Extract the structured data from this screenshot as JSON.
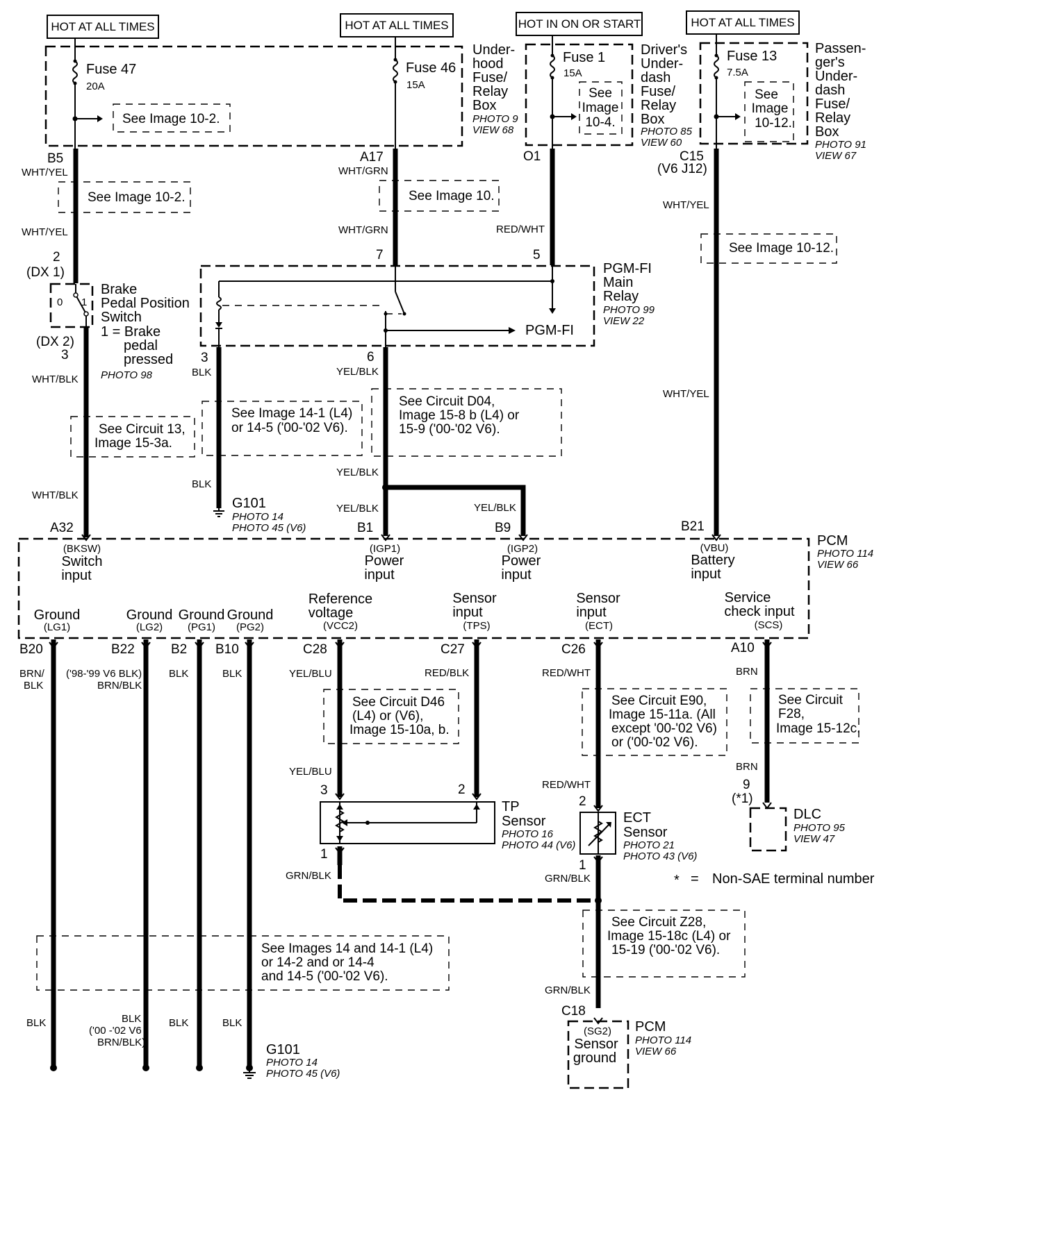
{
  "hot_labels": {
    "fuse47": "HOT AT ALL TIMES",
    "fuse46": "HOT AT ALL TIMES",
    "fuse1": "HOT IN ON OR START",
    "fuse13": "HOT AT ALL TIMES"
  },
  "fuses": {
    "f47_name": "Fuse 47",
    "f47_amp": "20A",
    "f46_name": "Fuse 46",
    "f46_amp": "15A",
    "f1_name": "Fuse 1",
    "f1_amp": "15A",
    "f13_name": "Fuse 13",
    "f13_amp": "7.5A"
  },
  "boxes": {
    "underhood": [
      "Under-",
      "hood",
      "Fuse/",
      "Relay",
      "Box"
    ],
    "underhood_photo": [
      "PHOTO 9",
      "VIEW 68"
    ],
    "driver": [
      "Driver's",
      "Under-",
      "dash",
      "Fuse/",
      "Relay",
      "Box"
    ],
    "driver_photo": [
      "PHOTO 85",
      "VIEW 60"
    ],
    "passenger": [
      "Passen-",
      "ger's",
      "Under-",
      "dash",
      "Fuse/",
      "Relay",
      "Box"
    ],
    "passenger_photo": [
      "PHOTO 91",
      "VIEW 67"
    ]
  },
  "refs": {
    "r_10_2_a": "See Image 10-2.",
    "r_10_2_b": "See Image 10-2.",
    "r_10": "See Image 10.",
    "r_10_4": [
      "See",
      "Image",
      "10-4."
    ],
    "r_10_12_a": [
      "See",
      "Image",
      "10-12."
    ],
    "r_10_12_b": "See Image 10-12.",
    "r_c13": [
      "See Circuit 13,",
      "Image 15-3a."
    ],
    "r_14_1": [
      "See Image 14-1 (L4)",
      "or 14-5 ('00-'02 V6)."
    ],
    "r_d04": [
      "See Circuit D04,",
      "Image 15-8 b (L4) or",
      "15-9 ('00-'02 V6)."
    ],
    "r_d46": [
      "See Circuit D46",
      "(L4) or (V6),",
      "Image 15-10a, b."
    ],
    "r_e90": [
      "See Circuit E90,",
      "Image 15-11a. (All",
      "except '00-'02 V6)",
      "or ('00-'02 V6)."
    ],
    "r_f28": [
      "See Circuit",
      "F28,",
      "Image 15-12c."
    ],
    "r_14": [
      "See Images 14 and 14-1 (L4)",
      "or 14-2 and or 14-4",
      "and 14-5 ('00-'02 V6)."
    ],
    "r_z28": [
      "See Circuit Z28,",
      "Image 15-18c (L4) or",
      "15-19 ('00-'02 V6)."
    ]
  },
  "pins": {
    "b5": "B5",
    "a17": "A17",
    "o1": "O1",
    "c15": "C15",
    "v6j12": "(V6 J12)",
    "sw2": "2",
    "dx1": "(DX 1)",
    "dx2": "(DX 2)",
    "sw3": "3",
    "r7": "7",
    "r5": "5",
    "r3": "3",
    "r6": "6",
    "a32": "A32",
    "b1": "B1",
    "b9": "B9",
    "b21": "B21",
    "b20": "B20",
    "b22": "B22",
    "b2": "B2",
    "b10": "B10",
    "c28": "C28",
    "c27": "C27",
    "c26": "C26",
    "a10": "A10",
    "tp3": "3",
    "tp2": "2",
    "tp1": "1",
    "ect2": "2",
    "ect1": "1",
    "dlc9": "9",
    "dlc_star": "(*1)",
    "c18": "C18"
  },
  "wires": {
    "b5_top": "WHT/YEL",
    "b5_bot": "WHT/YEL",
    "a17_top": "WHT/GRN",
    "a17_bot": "WHT/GRN",
    "o1": "RED/WHT",
    "c15_top": "WHT/YEL",
    "c15_bot": "WHT/YEL",
    "sw_top": "WHT/BLK",
    "sw_bot": "WHT/BLK",
    "r3_top": "BLK",
    "r3_bot": "BLK",
    "r6_top": "YEL/BLK",
    "r6_mid": "YEL/BLK",
    "b1": "YEL/BLK",
    "b9": "YEL/BLK",
    "b20": [
      "BRN/",
      "BLK"
    ],
    "b22": [
      "('98-'99 V6 BLK)",
      "BRN/BLK"
    ],
    "b2": "BLK",
    "b10": "BLK",
    "c28_top": "YEL/BLU",
    "c28_bot": "YEL/BLU",
    "c27": "RED/BLK",
    "c26_top": "RED/WHT",
    "c26_bot": "RED/WHT",
    "a10_top": "BRN",
    "a10_bot": "BRN",
    "tp1": "GRN/BLK",
    "ect1": "GRN/BLK",
    "c18": "GRN/BLK",
    "bot_b20": "BLK",
    "bot_b22": [
      "BLK",
      "('00 -'02 V6",
      "BRN/BLK)"
    ],
    "bot_b2": "BLK",
    "bot_b10": "BLK"
  },
  "switch": {
    "title": [
      "Brake",
      "Pedal Position",
      "Switch"
    ],
    "legend": [
      "1 = Brake",
      "pedal",
      "pressed"
    ],
    "photo": "PHOTO 98",
    "pos0": "0",
    "pos1": "1"
  },
  "relay": {
    "title": [
      "PGM-FI",
      "Main",
      "Relay"
    ],
    "photo": [
      "PHOTO 99",
      "VIEW 22"
    ],
    "out": "PGM-FI"
  },
  "grounds": {
    "g101a": "G101",
    "g101a_photo": [
      "PHOTO 14",
      "PHOTO 45 (V6)"
    ],
    "g101b": "G101",
    "g101b_photo": [
      "PHOTO 14",
      "PHOTO 45 (V6)"
    ]
  },
  "pcm": {
    "name": "PCM",
    "photo": [
      "PHOTO 114",
      "VIEW 66"
    ],
    "bksw": [
      "(BKSW)",
      "Switch",
      "input"
    ],
    "igp1": [
      "(IGP1)",
      "Power",
      "input"
    ],
    "igp2": [
      "(IGP2)",
      "Power",
      "input"
    ],
    "vbu": [
      "(VBU)",
      "Battery",
      "input"
    ],
    "lg1": [
      "Ground",
      "(LG1)"
    ],
    "lg2": [
      "Ground",
      "(LG2)"
    ],
    "pg1": [
      "Ground",
      "(PG1)"
    ],
    "pg2": [
      "Ground",
      "(PG2)"
    ],
    "vcc2": [
      "Reference",
      "voltage",
      "(VCC2)"
    ],
    "tps": [
      "Sensor",
      "input",
      "(TPS)"
    ],
    "ect": [
      "Sensor",
      "input",
      "(ECT)"
    ],
    "scs": [
      "Service",
      "check input",
      "(SCS)"
    ]
  },
  "tp": {
    "title": [
      "TP",
      "Sensor"
    ],
    "photo": [
      "PHOTO 16",
      "PHOTO 44 (V6)"
    ]
  },
  "ect": {
    "title": [
      "ECT",
      "Sensor"
    ],
    "photo": [
      "PHOTO 21",
      "PHOTO 43 (V6)"
    ]
  },
  "dlc": {
    "title": "DLC",
    "photo": [
      "PHOTO 95",
      "VIEW 47"
    ]
  },
  "note": {
    "star": "*",
    "eq": "=",
    "text": "Non-SAE terminal number"
  },
  "pcm_sg2": {
    "lines": [
      "(SG2)",
      "Sensor",
      "ground"
    ],
    "name": "PCM",
    "photo": [
      "PHOTO 114",
      "VIEW 66"
    ]
  }
}
